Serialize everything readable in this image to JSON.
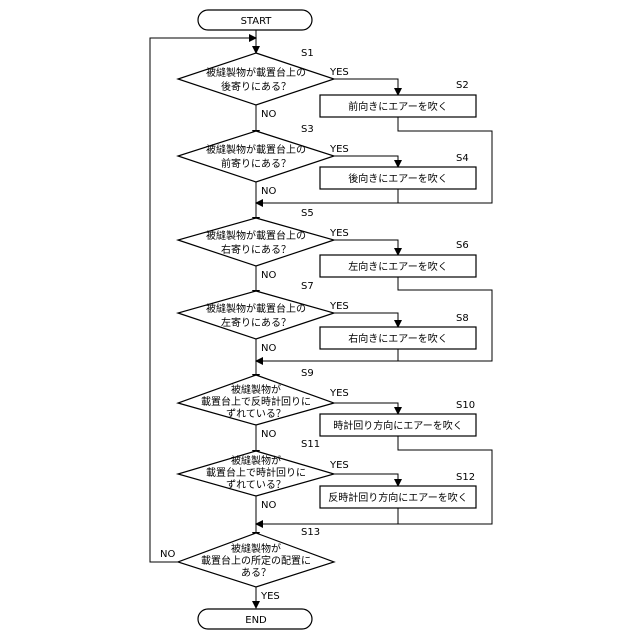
{
  "terminals": {
    "start": "START",
    "end": "END"
  },
  "decisions": [
    {
      "id": "S1",
      "lines": [
        "被縫製物が載置台上の",
        "後寄りにある？"
      ]
    },
    {
      "id": "S3",
      "lines": [
        "被縫製物が載置台上の",
        "前寄りにある？"
      ]
    },
    {
      "id": "S5",
      "lines": [
        "被縫製物が載置台上の",
        "右寄りにある？"
      ]
    },
    {
      "id": "S7",
      "lines": [
        "被縫製物が載置台上の",
        "左寄りにある？"
      ]
    },
    {
      "id": "S9",
      "lines": [
        "被縫製物が",
        "載置台上で反時計回りに",
        "ずれている？"
      ]
    },
    {
      "id": "S11",
      "lines": [
        "被縫製物が",
        "載置台上で時計回りに",
        "ずれている？"
      ]
    },
    {
      "id": "S13",
      "lines": [
        "被縫製物が",
        "載置台上の所定の配置に",
        "ある？"
      ]
    }
  ],
  "processes": [
    {
      "id": "S2",
      "text": "前向きにエアーを吹く"
    },
    {
      "id": "S4",
      "text": "後向きにエアーを吹く"
    },
    {
      "id": "S6",
      "text": "左向きにエアーを吹く"
    },
    {
      "id": "S8",
      "text": "右向きにエアーを吹く"
    },
    {
      "id": "S10",
      "text": "時計回り方向にエアーを吹く"
    },
    {
      "id": "S12",
      "text": "反時計回り方向にエアーを吹く"
    }
  ],
  "labels": {
    "yes": "YES",
    "no": "NO"
  }
}
